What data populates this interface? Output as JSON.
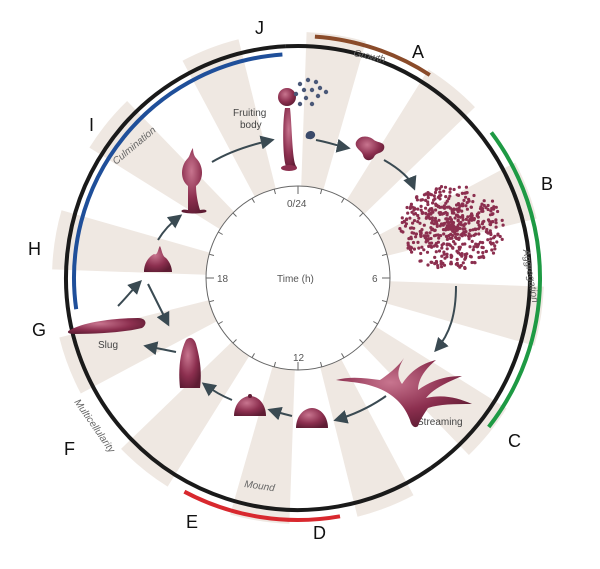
{
  "corner_labels": [
    "A",
    "B",
    "C",
    "D",
    "E",
    "F",
    "G",
    "H",
    "I",
    "J"
  ],
  "phases": {
    "growth": "Growth",
    "aggregation": "Aggregation",
    "mound": "Mound",
    "multicellularity": "Multicellularity",
    "culmination": "Culmination"
  },
  "stages": {
    "fruiting_body": [
      "Fruiting",
      "body"
    ],
    "streaming": "Streaming",
    "slug": "Slug"
  },
  "clock": {
    "center_label": "Time (h)",
    "marks": [
      "0/24",
      "6",
      "12",
      "18"
    ]
  },
  "colors": {
    "growth": "#8a4b2a",
    "aggregation": "#1e9a44",
    "mound": "#d8282e",
    "culmination": "#1f4f9a",
    "outer_ring": "#1a1a1a",
    "organism": "#8c2f4f",
    "wedge": "#efe8e2",
    "arrow": "#3a4a52"
  }
}
